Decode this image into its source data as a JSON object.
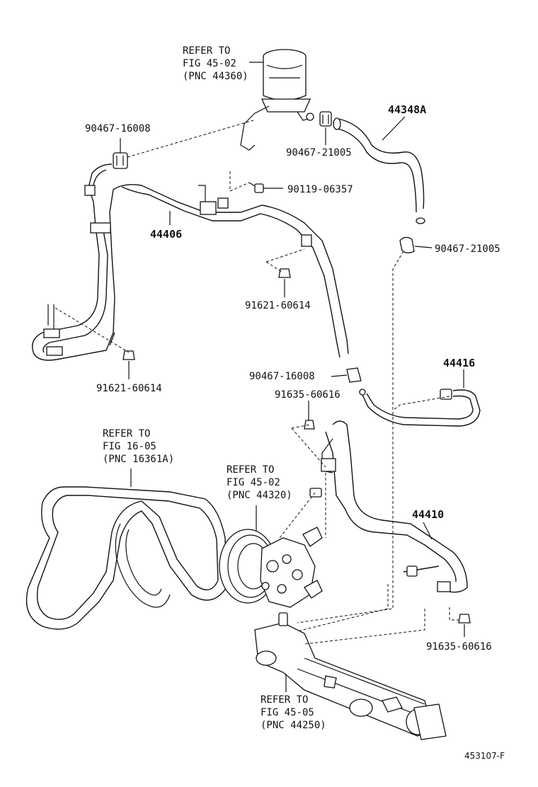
{
  "diagram": {
    "figure_code": "453107-F",
    "callouts": {
      "reservoir_ref": [
        "REFER TO",
        "FIG 45-02",
        "(PNC 44360)"
      ],
      "belt_ref": [
        "REFER TO",
        "FIG 16-05",
        "(PNC 16361A)"
      ],
      "pump_ref": [
        "REFER TO",
        "FIG 45-02",
        "(PNC 44320)"
      ],
      "gear_ref": [
        "REFER TO",
        "FIG 45-05",
        "(PNC 44250)"
      ],
      "p44348A": "44348A",
      "p44406": "44406",
      "p44416": "44416",
      "p44410": "44410",
      "c90467_16008_top": "90467-16008",
      "c90467_21005_top": "90467-21005",
      "c90119_06357": "90119-06357",
      "c90467_21005_mid": "90467-21005",
      "c91621_60614_mid": "91621-60614",
      "c91621_60614_left": "91621-60614",
      "c90467_16008_mid": "90467-16008",
      "c91635_60616_mid": "91635-60616",
      "c91635_60616_bot": "91635-60616"
    }
  }
}
